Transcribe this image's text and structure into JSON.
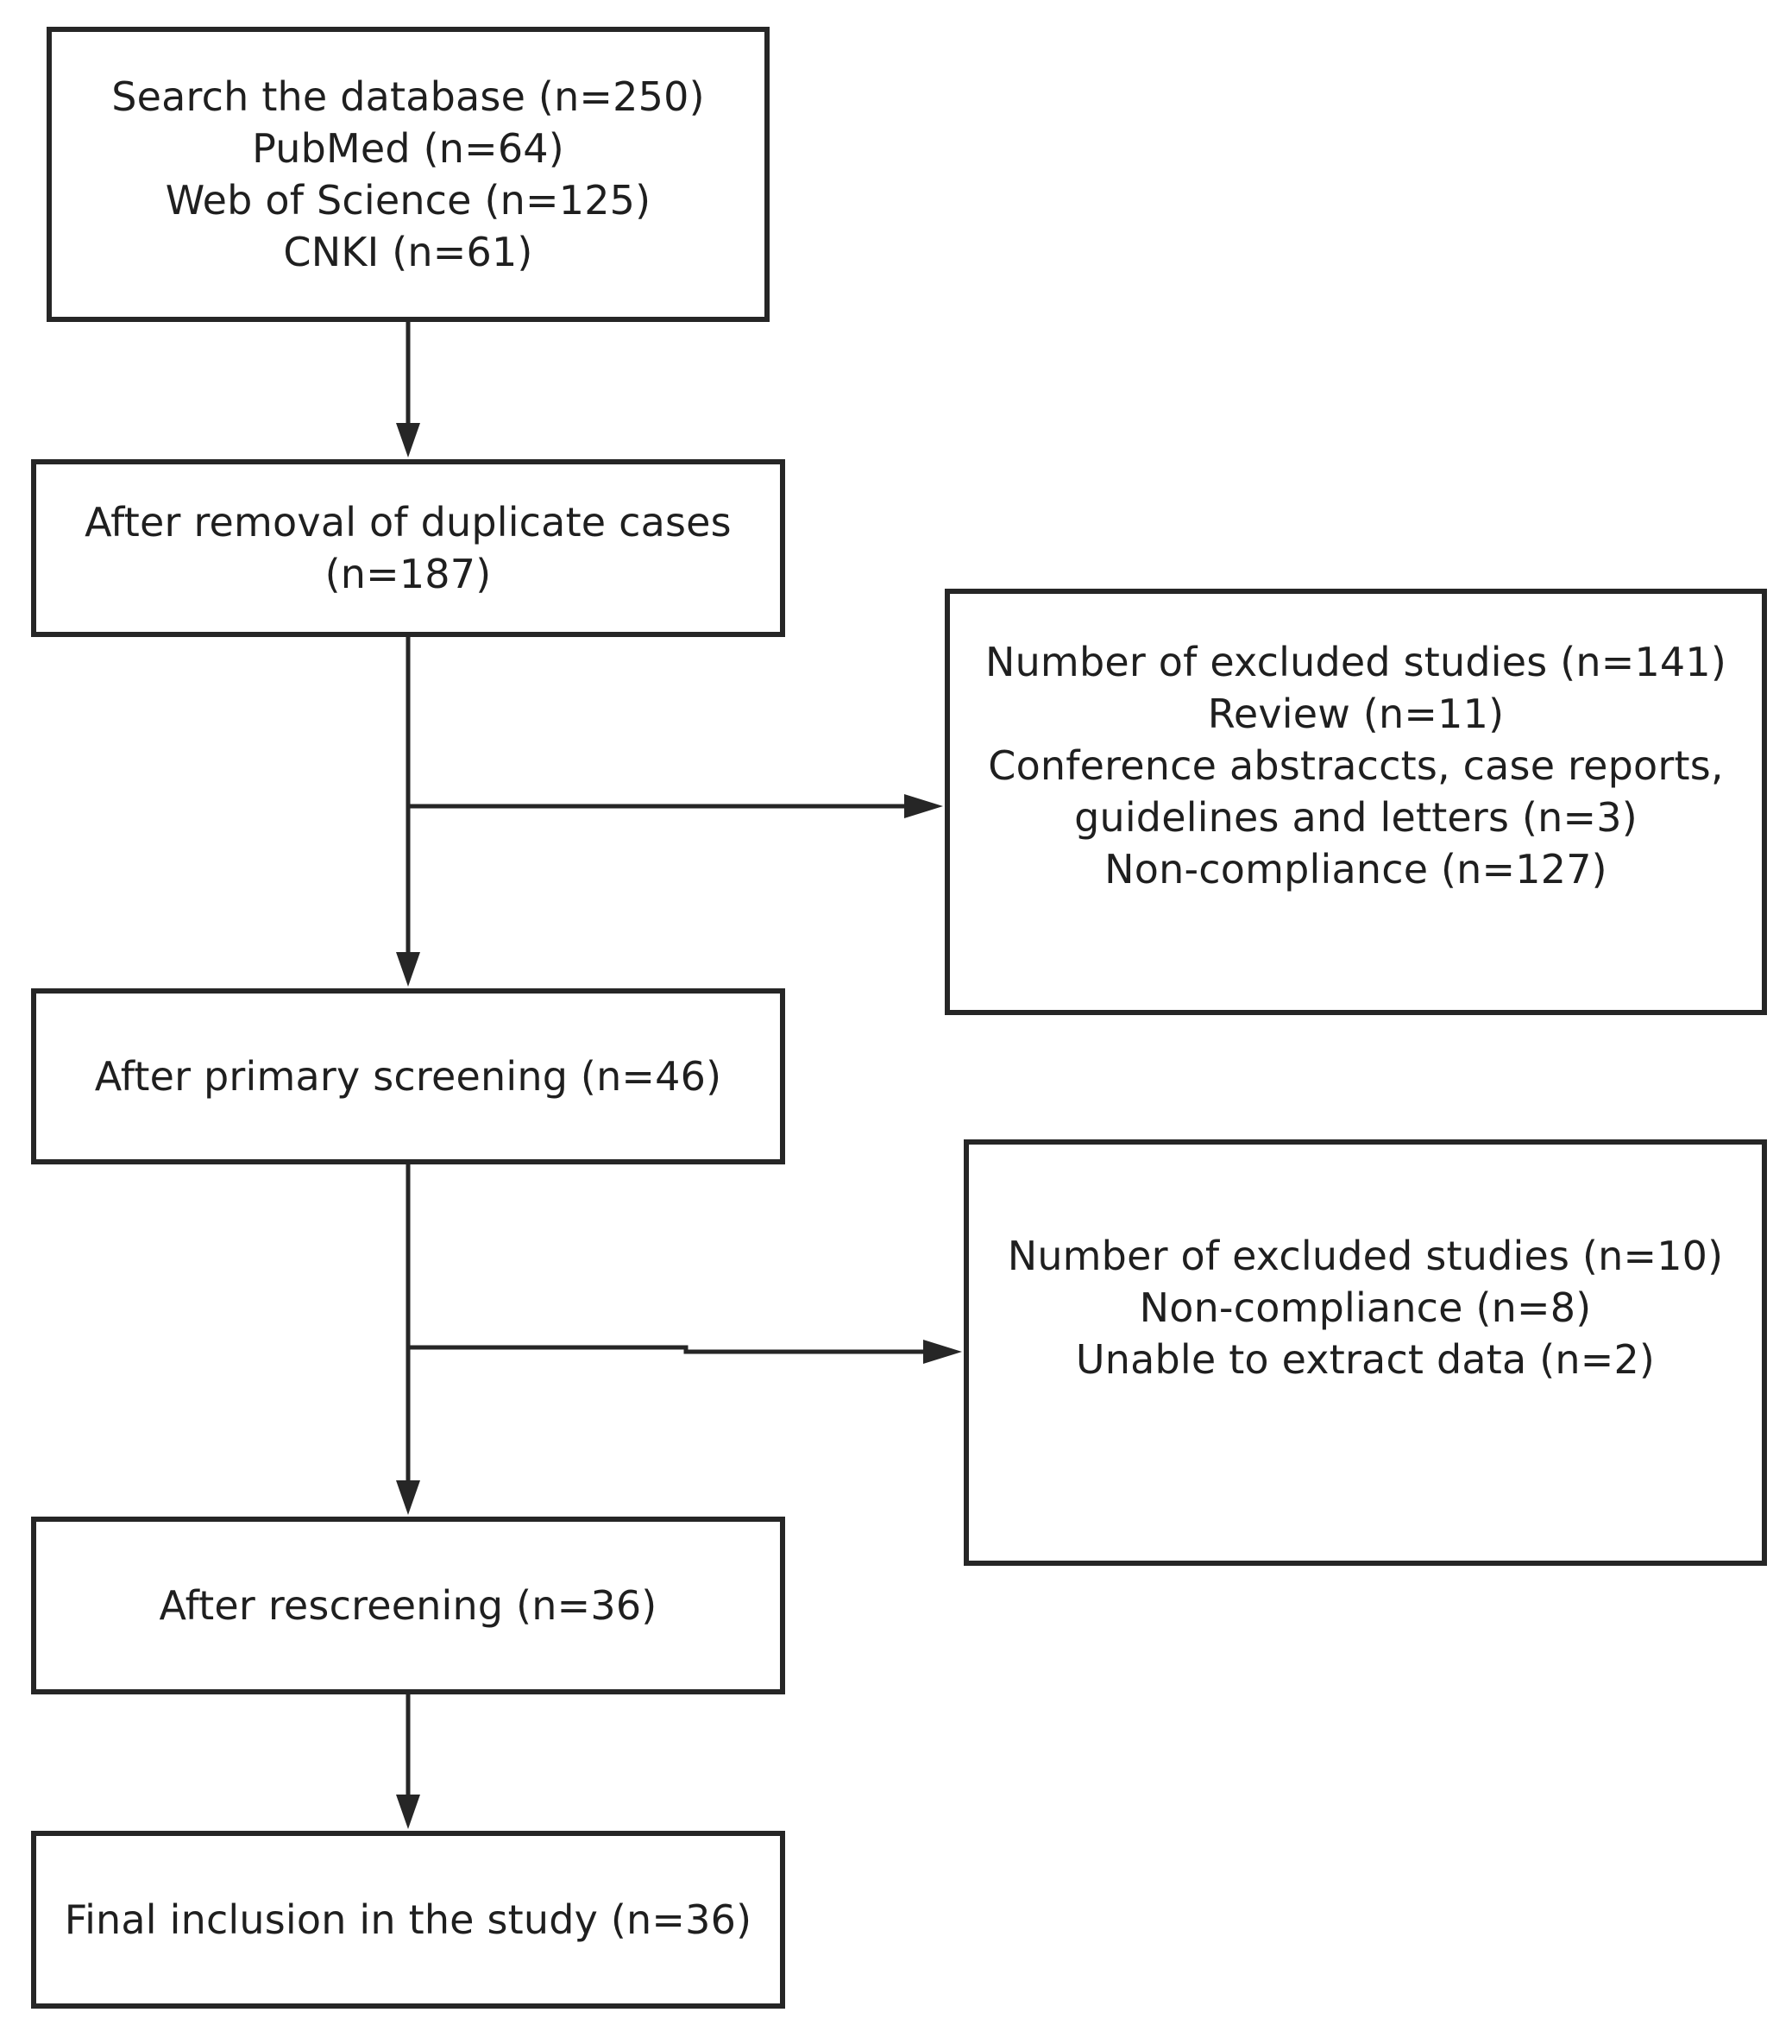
{
  "flowchart": {
    "search": {
      "lines": [
        "Search the database (n=250)",
        "PubMed (n=64)",
        "Web of Science (n=125)",
        "CNKI (n=61)"
      ]
    },
    "after_duplicates": {
      "lines": [
        "After removal of duplicate cases",
        "(n=187)"
      ]
    },
    "excluded_first": {
      "lines": [
        "Number of excluded studies (n=141)",
        "Review (n=11)",
        "Conference abstraccts, case reports,",
        "guidelines and letters (n=3)",
        "Non-compliance (n=127)"
      ]
    },
    "after_primary": {
      "lines": [
        "After primary screening (n=46)"
      ]
    },
    "excluded_second": {
      "lines": [
        "Number of excluded studies (n=10)",
        "Non-compliance (n=8)",
        "Unable to extract data (n=2)"
      ]
    },
    "after_rescreening": {
      "lines": [
        "After rescreening (n=36)"
      ]
    },
    "final": {
      "lines": [
        "Final inclusion in the study (n=36)"
      ]
    }
  },
  "colors": {
    "stroke": "#262626",
    "text": "#1f1f1f",
    "background": "#ffffff"
  }
}
